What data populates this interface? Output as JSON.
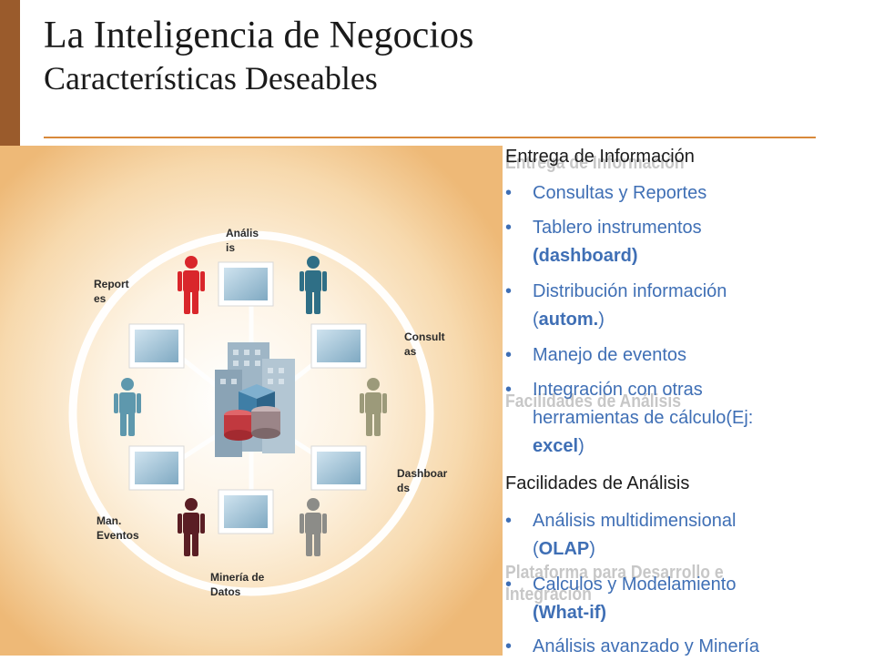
{
  "title": {
    "line1": "La Inteligencia de Negocios",
    "line2": "Características Deseables"
  },
  "diagram_labels": {
    "analisis": [
      "Anális",
      "is"
    ],
    "reportes": [
      "Report",
      "es"
    ],
    "consultas": [
      "Consult",
      "as"
    ],
    "dashboards": [
      "Dashboar",
      "ds"
    ],
    "eventos": [
      "Man.",
      "Eventos"
    ],
    "mineria": [
      "Minería de",
      "Datos"
    ]
  },
  "ghost_headings": {
    "entrega": "Entrega de Información",
    "facilidades": "Facilidades de Análisis",
    "plataforma_1": "Plataforma para Desarrollo e",
    "plataforma_2": "Integración"
  },
  "sections": {
    "entrega": {
      "heading": "Entrega de Información",
      "items": {
        "i1": {
          "l1": "Consultas y Reportes"
        },
        "i2": {
          "l1": "Tablero instrumentos",
          "l2": "(dashboard)"
        },
        "i3": {
          "l1": "Distribución información",
          "l2_a": "(",
          "l2_b": "autom.",
          "l2_c": ")"
        },
        "i4": {
          "l1": "Manejo de eventos"
        },
        "i5": {
          "l1": "Integración con otras",
          "l2": "herramientas  de cálculo(Ej:",
          "l3_a": "excel",
          "l3_b": ")"
        }
      }
    },
    "facilidades": {
      "heading": "Facilidades de Análisis",
      "items": {
        "i1": {
          "l1": "Análisis multidimensional",
          "l2_a": "(",
          "l2_b": "OLAP",
          "l2_c": ")"
        },
        "i2": {
          "l1": "Calculos y Modelamiento",
          "l2": "(What-if)"
        },
        "i3": {
          "l1": "Análisis avanzado y Minería"
        }
      }
    }
  },
  "colors": {
    "accent_brown": "#9a5b2c",
    "rule_orange": "#d8893a",
    "bullet_blue": "#3f6fb5",
    "figure_red": "#d9262b",
    "figure_teal": "#2f6f86",
    "figure_maroon": "#5a1e24",
    "figure_gray": "#8c8c88",
    "figure_sage": "#9c9a7a"
  },
  "bullet": "•"
}
